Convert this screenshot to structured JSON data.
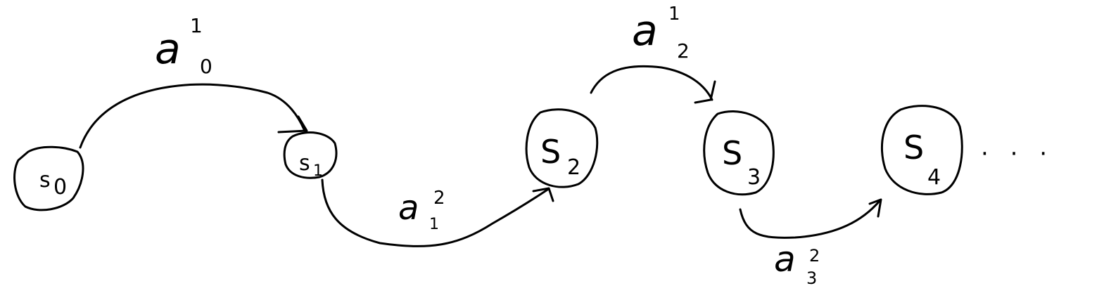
{
  "diagram": {
    "states": [
      {
        "id": "s0",
        "main": "s",
        "sub": "0"
      },
      {
        "id": "s1",
        "main": "s",
        "sub": "1"
      },
      {
        "id": "s2",
        "main": "S",
        "sub": "2"
      },
      {
        "id": "s3",
        "main": "S",
        "sub": "3"
      },
      {
        "id": "s4",
        "main": "S",
        "sub": "4"
      }
    ],
    "actions": [
      {
        "from": "s0",
        "to": "s1",
        "main": "a",
        "sub": "0",
        "sup": "1"
      },
      {
        "from": "s1",
        "to": "s2",
        "main": "a",
        "sub": "1",
        "sup": "2"
      },
      {
        "from": "s2",
        "to": "s3",
        "main": "a",
        "sub": "2",
        "sup": "1"
      },
      {
        "from": "s3",
        "to": "s4",
        "main": "a",
        "sub": "3",
        "sup": "2"
      }
    ],
    "continuation": "· · ·"
  }
}
